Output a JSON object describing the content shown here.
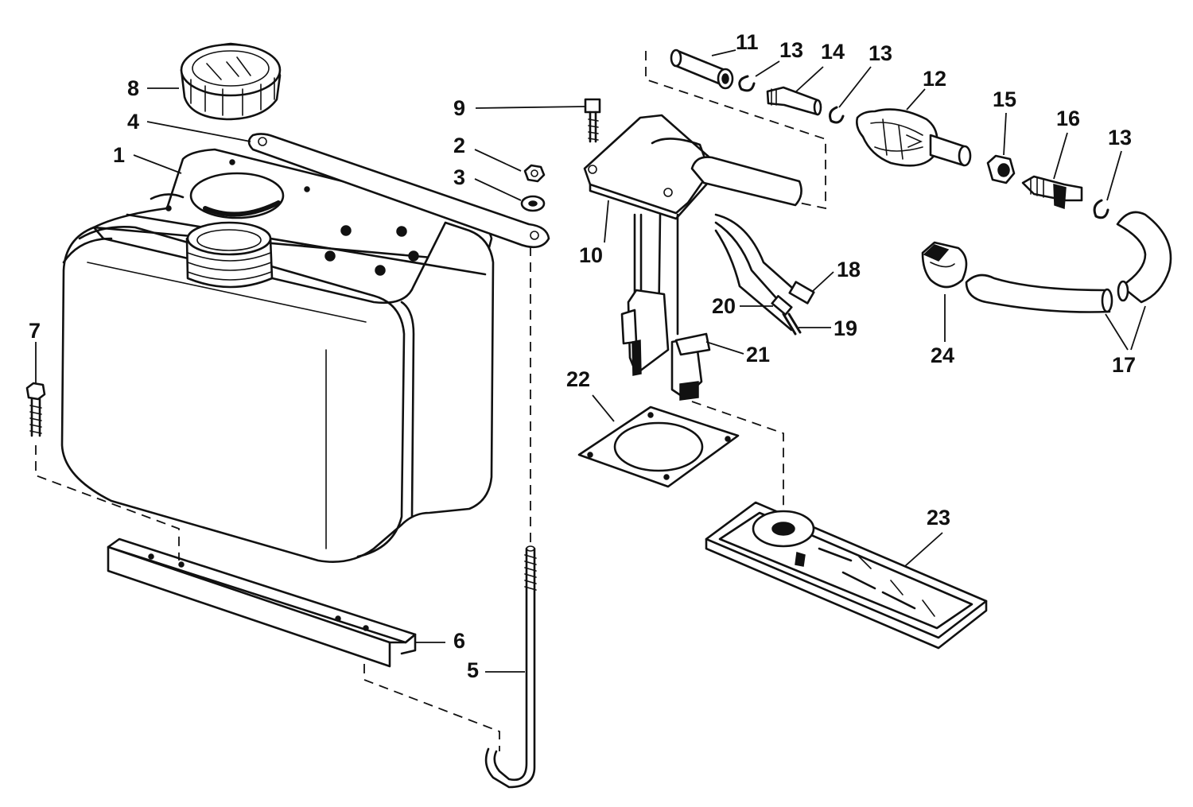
{
  "callouts": {
    "c1": "1",
    "c2": "2",
    "c3": "3",
    "c4": "4",
    "c5": "5",
    "c6": "6",
    "c7": "7",
    "c8": "8",
    "c9": "9",
    "c10": "10",
    "c11": "11",
    "c12": "12",
    "c13a": "13",
    "c13b": "13",
    "c13c": "13",
    "c14": "14",
    "c15": "15",
    "c16": "16",
    "c17": "17",
    "c18": "18",
    "c19": "19",
    "c20": "20",
    "c21": "21",
    "c22": "22",
    "c23": "23",
    "c24": "24"
  },
  "colors": {
    "ink": "#111111",
    "paper": "#ffffff"
  }
}
